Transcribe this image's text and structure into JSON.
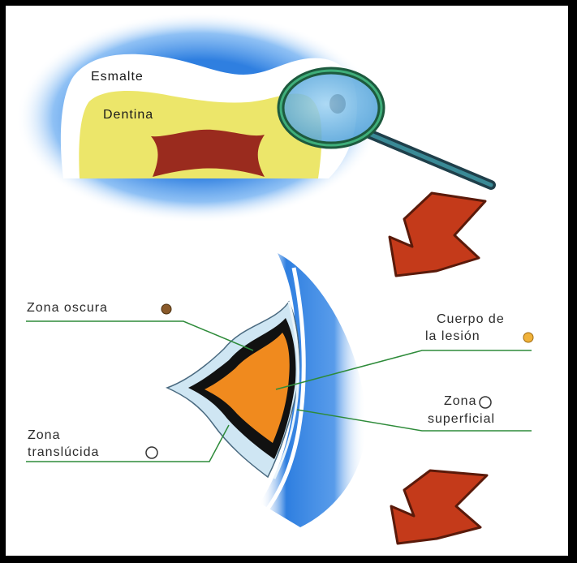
{
  "labels": {
    "esmalte": "Esmalte",
    "dentina": "Dentina",
    "zona_oscura": "Zona oscura",
    "cuerpo_line1": "Cuerpo de",
    "cuerpo_line2": "la lesión",
    "zona_sup_line1": "Zona",
    "zona_sup_line2": "superficial",
    "zona_trans_line1": "Zona",
    "zona_trans_line2": "translúcida"
  },
  "colors": {
    "enamel_glow": "#2f7fe0",
    "dentin": "#ece66a",
    "pulp": "#9a2b1e",
    "lesion_body": "#f08a1e",
    "dark_zone": "#111111",
    "translucent_zone": "#cfe6f3",
    "arrow": "#c43a1a",
    "leader_line": "#2e8b3a",
    "magnifier_rim": "#2a7a54"
  },
  "icons": {
    "magnifier": "magnifying-glass-icon",
    "arrow": "down-left-arrow-icon"
  }
}
